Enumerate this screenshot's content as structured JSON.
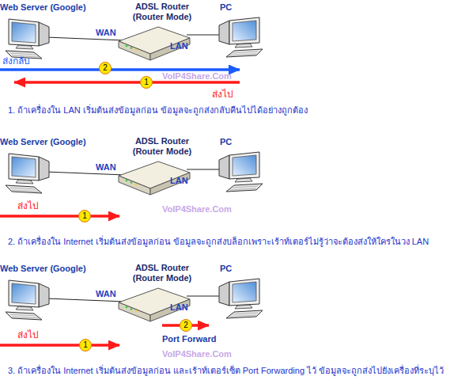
{
  "diagram": {
    "nodes": [
      {
        "text": [
          "Web Server (Google)"
        ]
      },
      {
        "text": [
          "ADSL Router (Router Mode)"
        ]
      },
      {
        "text": [
          "PC"
        ]
      },
      {
        "text": [
          "Web Server (Google)"
        ]
      },
      {
        "text": [
          "ADSL Router (Router Mode)"
        ]
      },
      {
        "text": [
          "PC"
        ]
      },
      {
        "text": [
          "Web Server (Google)"
        ]
      },
      {
        "text": [
          "ADSL Router (Router Mode)"
        ]
      },
      {
        "text": [
          "PC"
        ]
      }
    ],
    "edges": [
      {
        "from": 0,
        "to": 2,
        "arrow": "to",
        "label": "ส่งกลับ"
      },
      {
        "from": 2,
        "to": 0,
        "arrow": "to",
        "label": "ส่งไป"
      },
      {
        "from": 3,
        "to": 4,
        "arrow": "to",
        "label": "ส่งไป"
      },
      {
        "from": 6,
        "to": 7,
        "arrow": "to",
        "label": "ส่งไป"
      },
      {
        "from": 7,
        "to": 8,
        "arrow": "to",
        "label": "Port Forward"
      }
    ],
    "labels": [
      "WAN",
      "LAN",
      "2",
      "1",
      "VoIP4Share.Com",
      "1. ถ้าเครื่องใน LAN เริ่มต้นส่งข้อมูลก่อน ข้อมูลจะถูกส่งกลับคืนไปได้อย่างถูกต้อง",
      "WAN",
      "LAN",
      "1",
      "VoIP4Share.Com",
      "2. ถ้าเครื่องใน Internet เริ่มต้นส่งข้อมูลก่อน ข้อมูลจะถูกส่งบล็อกเพราะเร้าท์เตอร์ไม่รู้ว่าจะต้องส่งให้ใครในวง LAN",
      "WAN",
      "LAN",
      "1",
      "2",
      "VoIP4Share.Com",
      "3. ถ้าเครื่องใน Internet เริ่มต้นส่งข้อมูลก่อน และเร้าท์เตอร์เซ็ต Port Forwarding ไว้ ข้อมูลจะถูกส่งไปยังเครื่องที่ระบุไว้"
    ]
  }
}
